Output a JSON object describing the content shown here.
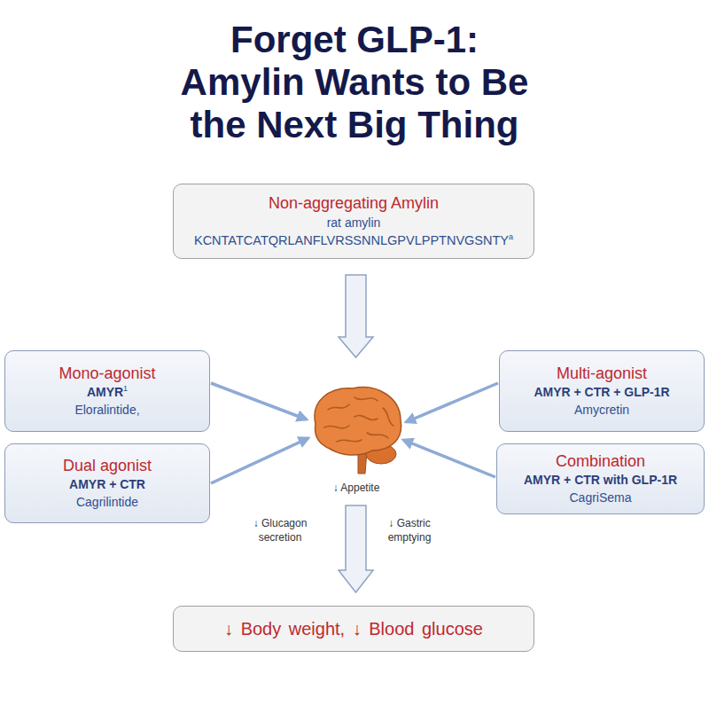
{
  "diagram": {
    "title": "Forget GLP-1: Amylin Wants to Be the Next Big Thing",
    "nodes": [
      {
        "text": [
          "Non-aggregating Amylin",
          "rat amylin",
          "KCNTATCATQRLANFLVRSSNNLGPVLPPTNVGSNTY",
          "a"
        ]
      },
      {
        "text": [
          "Mono-agonist",
          "AMYR",
          "1",
          "Eloralintide,"
        ]
      },
      {
        "text": [
          "Multi-agonist",
          "AMYR + CTR + GLP-1R",
          "Amycretin"
        ]
      },
      {
        "text": [
          "Dual agonist",
          "AMYR + CTR",
          "Cagrilintide"
        ]
      },
      {
        "text": [
          "Combination",
          "AMYR + CTR with GLP-1R",
          "CagriSema"
        ]
      },
      {
        "text": [
          "↓ Body weight, ↓ Blood glucose"
        ]
      }
    ],
    "labels": [
      "↓ Appetite",
      "↓ Glucagon secretion",
      "↓ Gastric emptying"
    ]
  }
}
